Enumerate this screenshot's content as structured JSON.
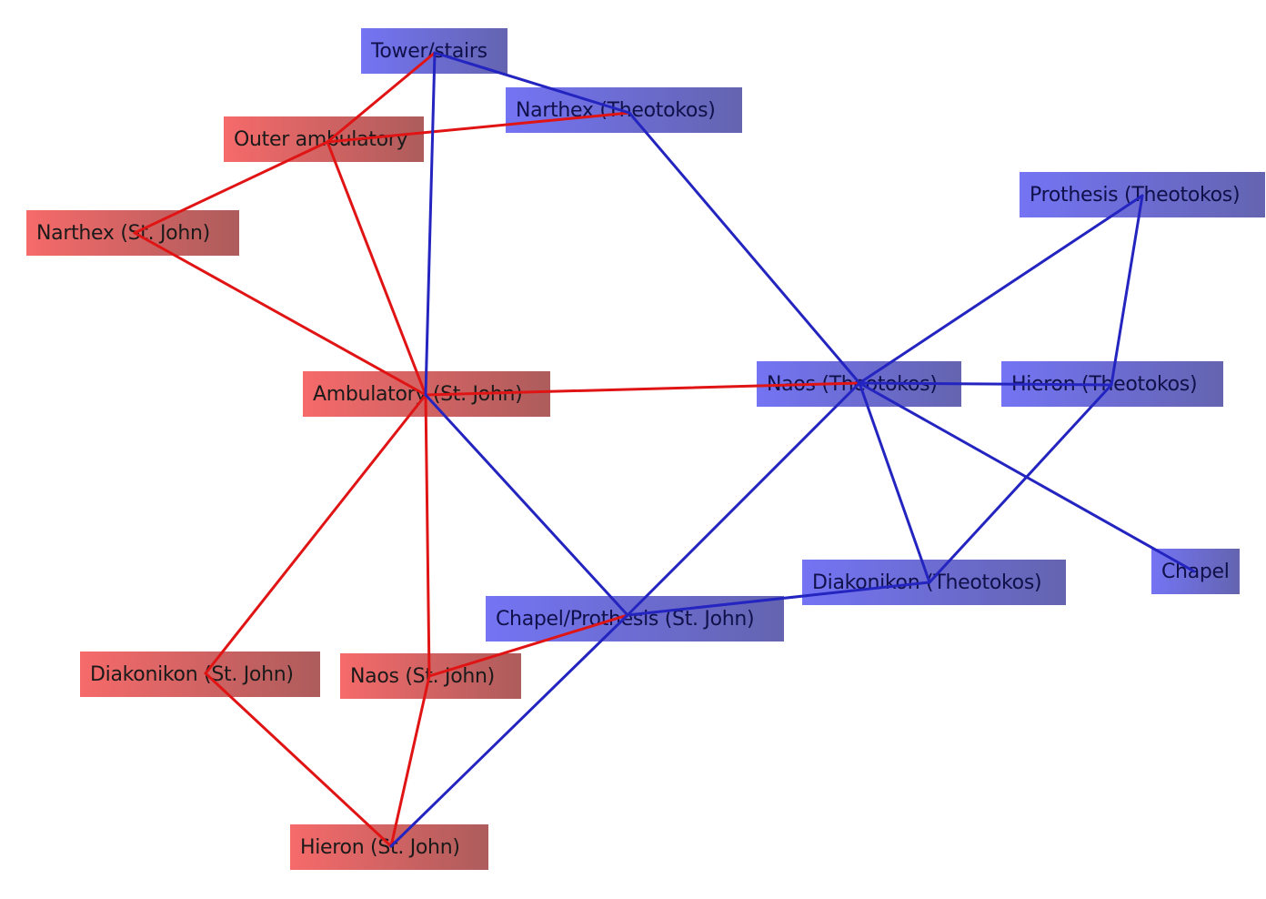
{
  "nodes": {
    "tower": {
      "label": "Tower/stairs",
      "group": "blue"
    },
    "narthex_t": {
      "label": "Narthex (Theotokos)",
      "group": "blue"
    },
    "outer_amb": {
      "label": "Outer ambulatory",
      "group": "red"
    },
    "narthex_sj": {
      "label": "Narthex (St. John)",
      "group": "red"
    },
    "prothesis_t": {
      "label": "Prothesis (Theotokos)",
      "group": "blue"
    },
    "amb_sj": {
      "label": "Ambulatory (St. John)",
      "group": "red"
    },
    "naos_t": {
      "label": "Naos (Theotokos)",
      "group": "blue"
    },
    "hieron_t": {
      "label": "Hieron (Theotokos)",
      "group": "blue"
    },
    "diak_t": {
      "label": "Diakonikon (Theotokos)",
      "group": "blue"
    },
    "chapel": {
      "label": "Chapel",
      "group": "blue"
    },
    "chapel_prot_sj": {
      "label": "Chapel/Prothesis (St. John)",
      "group": "blue"
    },
    "diak_sj": {
      "label": "Diakonikon (St. John)",
      "group": "red"
    },
    "naos_sj": {
      "label": "Naos (St. John)",
      "group": "red"
    },
    "hieron_sj": {
      "label": "Hieron (St. John)",
      "group": "red"
    }
  },
  "colors": {
    "red": "#e01414",
    "blue": "#2424c0"
  },
  "edges": [
    {
      "from": "outer_amb",
      "to": "tower",
      "color": "red"
    },
    {
      "from": "outer_amb",
      "to": "narthex_t",
      "color": "red"
    },
    {
      "from": "outer_amb",
      "to": "narthex_sj",
      "color": "red"
    },
    {
      "from": "outer_amb",
      "to": "amb_sj",
      "color": "red"
    },
    {
      "from": "narthex_sj",
      "to": "amb_sj",
      "color": "red"
    },
    {
      "from": "amb_sj",
      "to": "naos_t",
      "color": "red"
    },
    {
      "from": "amb_sj",
      "to": "diak_sj",
      "color": "red"
    },
    {
      "from": "amb_sj",
      "to": "naos_sj",
      "color": "red"
    },
    {
      "from": "naos_sj",
      "to": "hieron_sj",
      "color": "red"
    },
    {
      "from": "diak_sj",
      "to": "hieron_sj",
      "color": "red"
    },
    {
      "from": "naos_sj",
      "to": "chapel_prot_sj",
      "color": "red"
    },
    {
      "from": "tower",
      "to": "amb_sj",
      "color": "blue"
    },
    {
      "from": "tower",
      "to": "narthex_t",
      "color": "blue"
    },
    {
      "from": "narthex_t",
      "to": "naos_t",
      "color": "blue"
    },
    {
      "from": "amb_sj",
      "to": "chapel_prot_sj",
      "color": "blue"
    },
    {
      "from": "naos_t",
      "to": "prothesis_t",
      "color": "blue"
    },
    {
      "from": "naos_t",
      "to": "hieron_t",
      "color": "blue"
    },
    {
      "from": "naos_t",
      "to": "diak_t",
      "color": "blue"
    },
    {
      "from": "naos_t",
      "to": "chapel",
      "color": "blue"
    },
    {
      "from": "naos_t",
      "to": "chapel_prot_sj",
      "color": "blue"
    },
    {
      "from": "chapel_prot_sj",
      "to": "hieron_sj",
      "color": "blue"
    },
    {
      "from": "prothesis_t",
      "to": "hieron_t",
      "color": "blue"
    },
    {
      "from": "hieron_t",
      "to": "diak_t",
      "color": "blue"
    },
    {
      "from": "diak_t",
      "to": "chapel_prot_sj",
      "color": "blue"
    }
  ]
}
